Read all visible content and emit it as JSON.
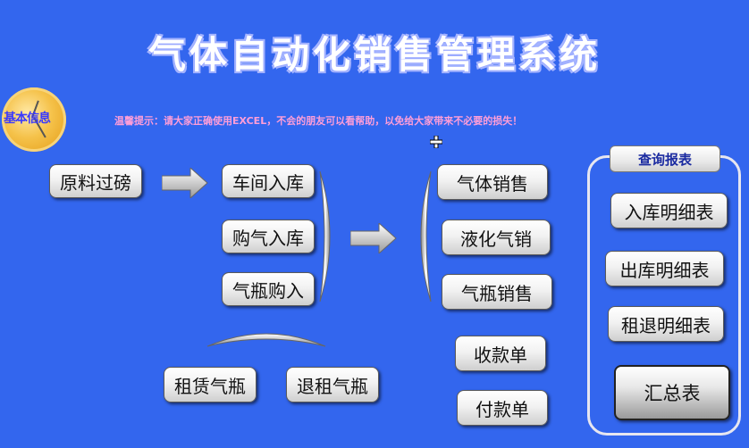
{
  "app": {
    "title": "气体自动化销售管理系统",
    "notice": "温馨提示：请大家正确使用EXCEL，不会的朋友可以看帮助，以免给大家带来不必要的损失！",
    "logo_label": "基本信息"
  },
  "flow": {
    "raw_weigh": "原料过磅",
    "workshop_in": "车间入库",
    "buy_gas_in": "购气入库",
    "cylinder_buy_in": "气瓶购入",
    "rent_cylinder": "租赁气瓶",
    "return_cylinder": "退租气瓶"
  },
  "sales": {
    "gas_sales": "气体销售",
    "liquefied_gas_sales": "液化气销",
    "cylinder_sales": "气瓶销售",
    "receipt": "收款单",
    "payment": "付款单"
  },
  "reports": {
    "header": "查询报表",
    "inbound_detail": "入库明细表",
    "outbound_detail": "出库明细表",
    "return_detail": "租退明细表",
    "summary": "汇总表"
  },
  "colors": {
    "background": "#3366ee",
    "notice_text": "#ff9ed8",
    "panel_header_text": "#1a2aa0"
  }
}
